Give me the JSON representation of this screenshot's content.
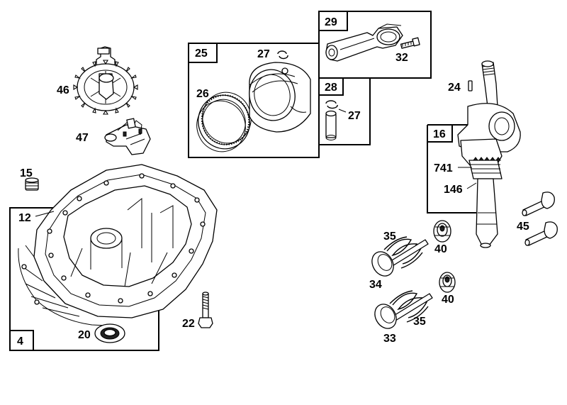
{
  "labels": {
    "p4": "4",
    "p12": "12",
    "p15": "15",
    "p16": "16",
    "p20": "20",
    "p22": "22",
    "p24": "24",
    "p25": "25",
    "p26": "26",
    "p27a": "27",
    "p27b": "27",
    "p28": "28",
    "p29": "29",
    "p32": "32",
    "p33": "33",
    "p34": "34",
    "p35a": "35",
    "p35b": "35",
    "p40a": "40",
    "p40b": "40",
    "p45": "45",
    "p46": "46",
    "p47": "47",
    "p146": "146",
    "p741": "741"
  }
}
